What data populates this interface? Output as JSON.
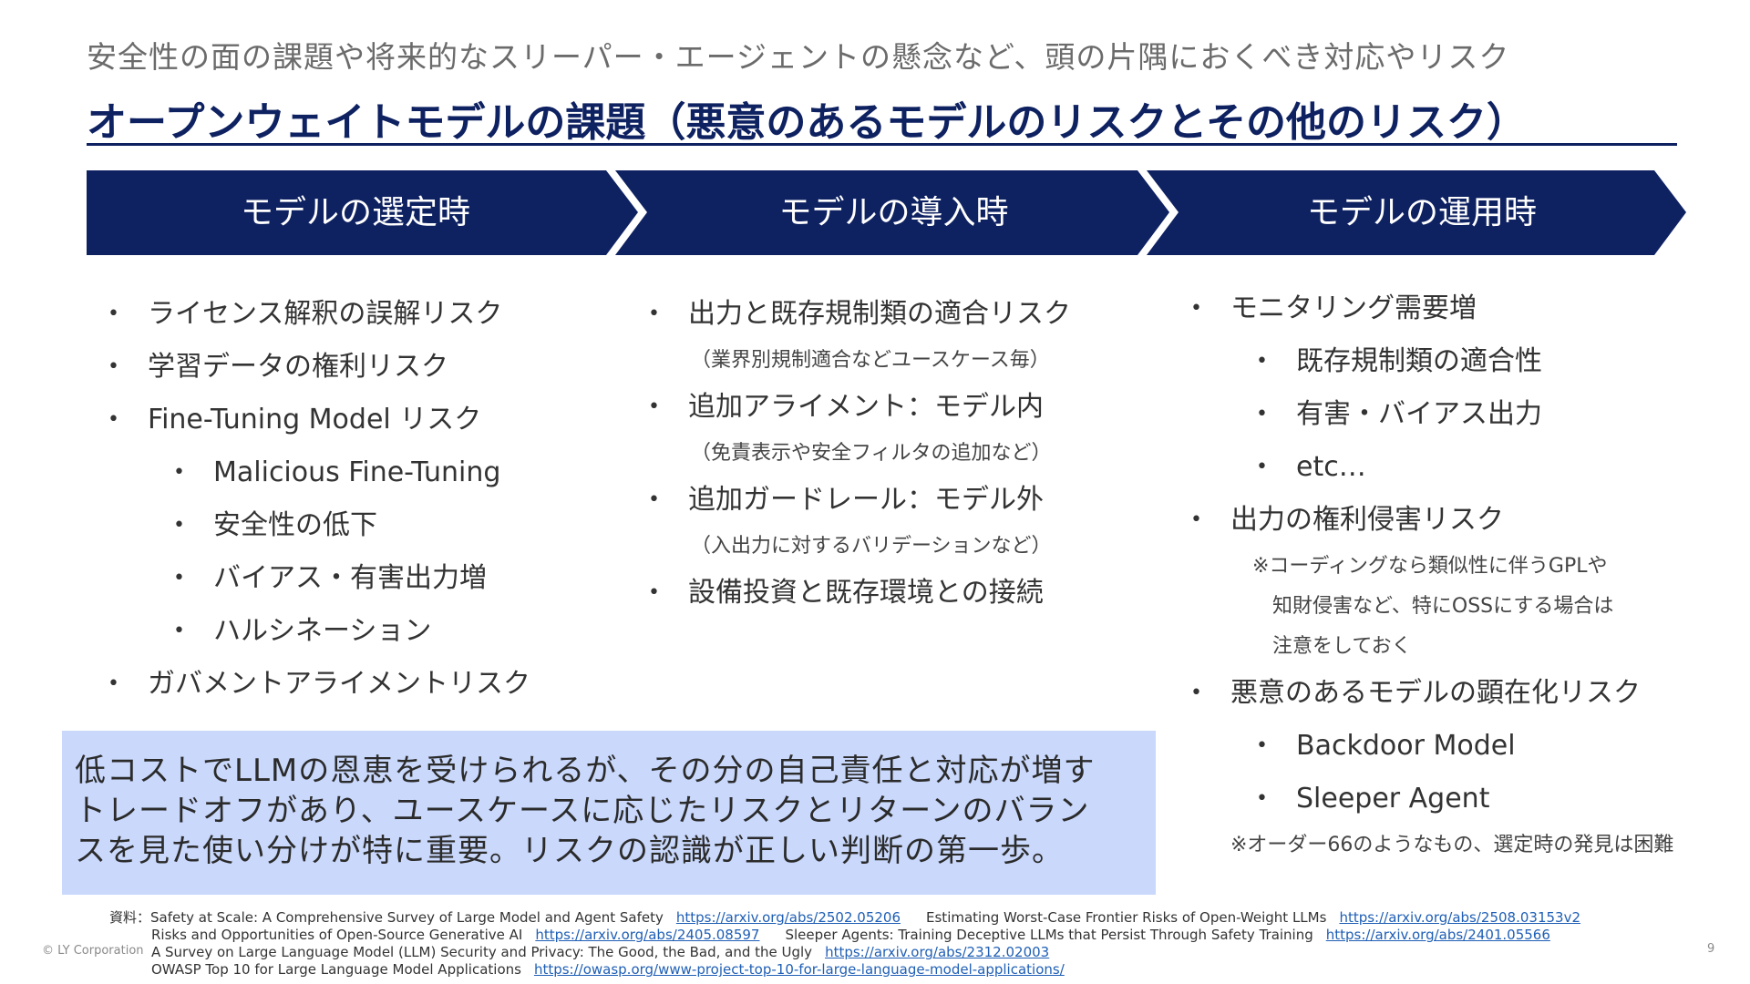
{
  "header": {
    "subtitle": "安全性の面の課題や将来的なスリーパー・エージェントの懸念など、頭の片隅におくべき対応やリスク",
    "title": "オープンウェイトモデルの課題（悪意のあるモデルのリスクとその他のリスク）"
  },
  "colors": {
    "navy": "#0e2161",
    "callout_bg": "#c9d8fb",
    "link": "#1f5fb5"
  },
  "phases": [
    "モデルの選定時",
    "モデルの導入時",
    "モデルの運用時"
  ],
  "col1": {
    "b1": "ライセンス解釈の誤解リスク",
    "b2": "学習データの権利リスク",
    "b3": "Fine-Tuning Model リスク",
    "s1": "Malicious Fine-Tuning",
    "s2": "安全性の低下",
    "s3": "バイアス・有害出力増",
    "s4": "ハルシネーション",
    "b4": "ガバメントアライメントリスク"
  },
  "col2": {
    "b1": "出力と既存規制類の適合リスク",
    "n1": "（業界別規制適合などユースケース毎）",
    "b2": "追加アライメント：モデル内",
    "n2": "（免責表示や安全フィルタの追加など）",
    "b3": "追加ガードレール：モデル外",
    "n3": "（入出力に対するバリデーションなど）",
    "b4": "設備投資と既存環境との接続"
  },
  "col3": {
    "b1": "モニタリング需要増",
    "s1": "既存規制類の適合性",
    "s2": "有害・バイアス出力",
    "s3": "etc…",
    "b2": "出力の権利侵害リスク",
    "n1": "※コーディングなら類似性に伴うGPLや",
    "n2": "知財侵害など、特にOSSにする場合は",
    "n3": "注意をしておく",
    "b3": "悪意のあるモデルの顕在化リスク",
    "s4": "Backdoor Model",
    "s5": "Sleeper Agent",
    "n4": "※オーダー66のようなもの、選定時の発見は困難"
  },
  "callout": [
    "低コストでLLMの恩恵を受けられるが、その分の自己責任と対応が増す",
    "トレードオフがあり、ユースケースに応じたリスクとリターンのバラン",
    "スを見た使い分けが特に重要。リスクの認識が正しい判断の第一歩。"
  ],
  "references": {
    "label": "資料：",
    "r1_title": "Safety at Scale: A Comprehensive Survey of Large Model and Agent Safety",
    "r1_url": "https://arxiv.org/abs/2502.05206",
    "r2_title": "Estimating Worst-Case Frontier Risks of Open-Weight LLMs",
    "r2_url": "https://arxiv.org/abs/2508.03153v2",
    "r3_title": "Risks and Opportunities of Open-Source Generative AI",
    "r3_url": "https://arxiv.org/abs/2405.08597",
    "r4_title": "Sleeper Agents: Training Deceptive LLMs that Persist Through Safety Training",
    "r4_url": "https://arxiv.org/abs/2401.05566",
    "r5_title": "A Survey on Large Language Model (LLM) Security and Privacy: The Good, the Bad, and the Ugly",
    "r5_url": "https://arxiv.org/abs/2312.02003",
    "r6_title": "OWASP Top 10 for Large Language Model Applications",
    "r6_url": "https://owasp.org/www-project-top-10-for-large-language-model-applications/"
  },
  "footer": {
    "copyright": "© LY Corporation",
    "page": "9"
  }
}
